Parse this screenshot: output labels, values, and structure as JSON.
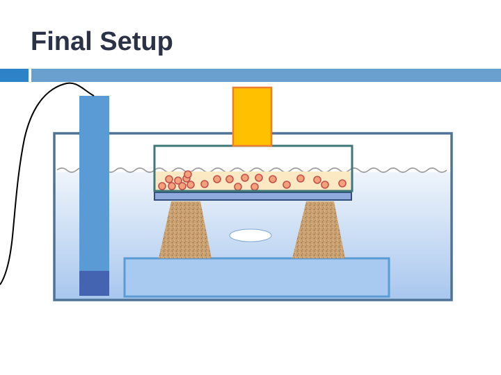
{
  "slide": {
    "title": "Final Setup"
  },
  "diagram": {
    "colors": {
      "water_top": "#e9f1fb",
      "water_bottom": "#a9c8ef",
      "tank_border": "#4e7396",
      "rod": "#5b9bd5",
      "rod_tip": "#4463b0",
      "weight": "#ffc000",
      "weight_border": "#ed7d31",
      "tray_border": "#3f7777",
      "tray_fill": "#fbe9c4",
      "plate_fill": "#8faadc",
      "bead_fill": "#f4a07a",
      "bead_stroke": "#c0504d",
      "stand_fill": "#c9a070",
      "base_fill": "#a9caf0",
      "base_border": "#5b9bd5"
    },
    "icons": [
      "wire",
      "probe-rod",
      "weight-block",
      "bead-tray",
      "cork-stand",
      "stir-bar",
      "base-platform",
      "water-tank"
    ]
  }
}
